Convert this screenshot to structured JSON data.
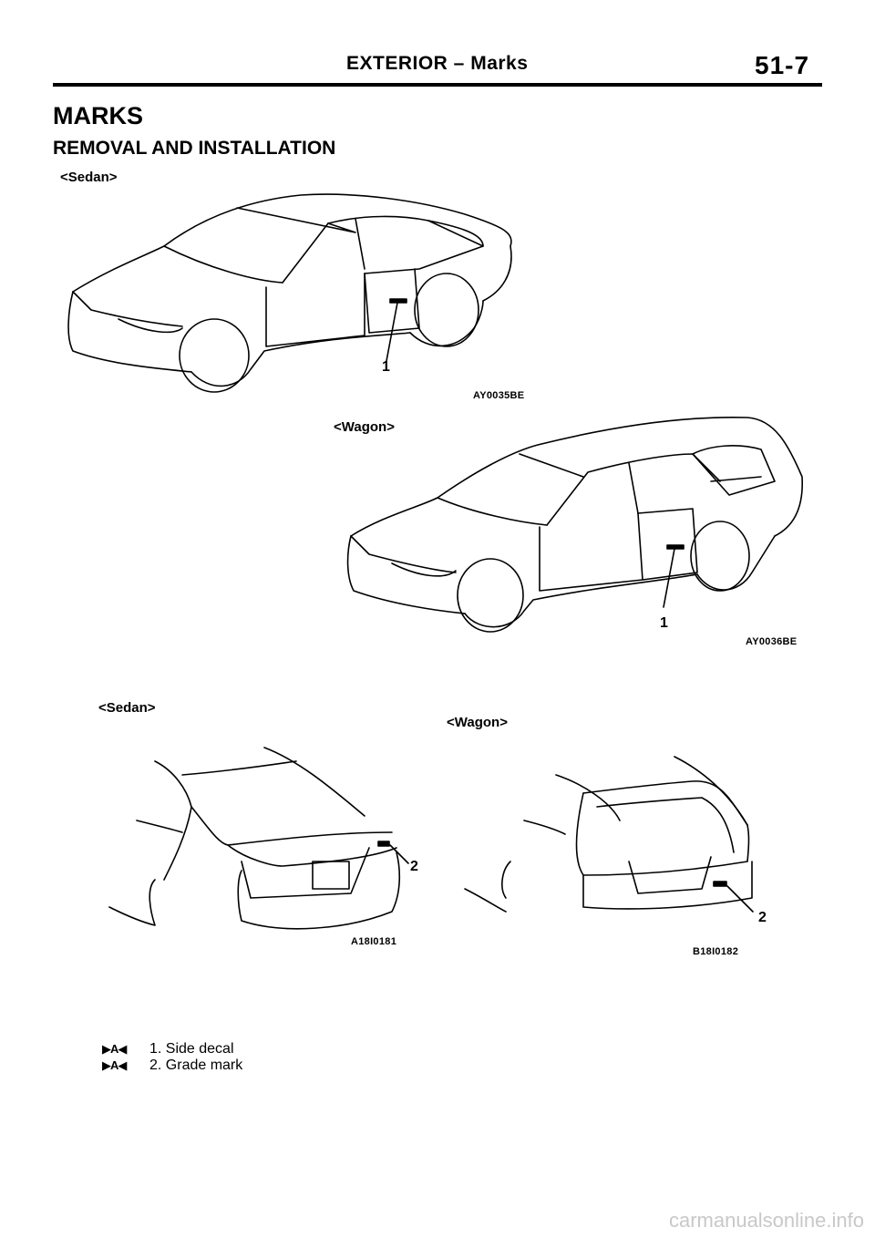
{
  "header": {
    "title": "EXTERIOR – Marks",
    "page_number": "51-7"
  },
  "section": {
    "title": "MARKS",
    "subtitle": "REMOVAL AND INSTALLATION"
  },
  "figures": {
    "sedan_side": {
      "label": "<Sedan>",
      "callout": "1",
      "code": "AY0035BE"
    },
    "wagon_side": {
      "label": "<Wagon>",
      "callout": "1",
      "code": "AY0036BE"
    },
    "sedan_rear": {
      "label": "<Sedan>",
      "callout": "2",
      "code": "A18I0181"
    },
    "wagon_rear": {
      "label": "<Wagon>",
      "callout": "2",
      "code": "B18I0182"
    }
  },
  "legend": [
    {
      "symbol": "▶A◀",
      "text": "1. Side decal"
    },
    {
      "symbol": "▶A◀",
      "text": "2. Grade mark"
    }
  ],
  "footer": {
    "watermark": "carmanualsonline.info"
  }
}
